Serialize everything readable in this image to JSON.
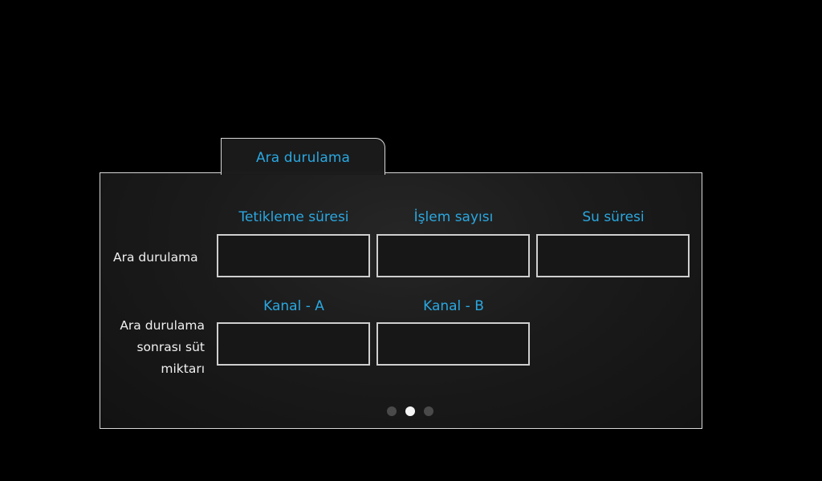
{
  "tab": {
    "title": "Ara durulama"
  },
  "row1": {
    "label": "Ara durulama",
    "columns": [
      "Tetikleme süresi",
      "İşlem sayısı",
      "Su süresi"
    ],
    "values": [
      "",
      "",
      ""
    ]
  },
  "row2": {
    "label_lines": [
      "Ara durulama",
      "sonrası süt",
      "miktarı"
    ],
    "columns": [
      "Kanal - A",
      "Kanal - B"
    ],
    "values": [
      "",
      ""
    ]
  },
  "pagination": {
    "total": 3,
    "active": 2
  },
  "colors": {
    "accent": "#2aa7e0",
    "border": "#d8d8d8",
    "background": "#000000",
    "text": "#f0f0f0"
  }
}
